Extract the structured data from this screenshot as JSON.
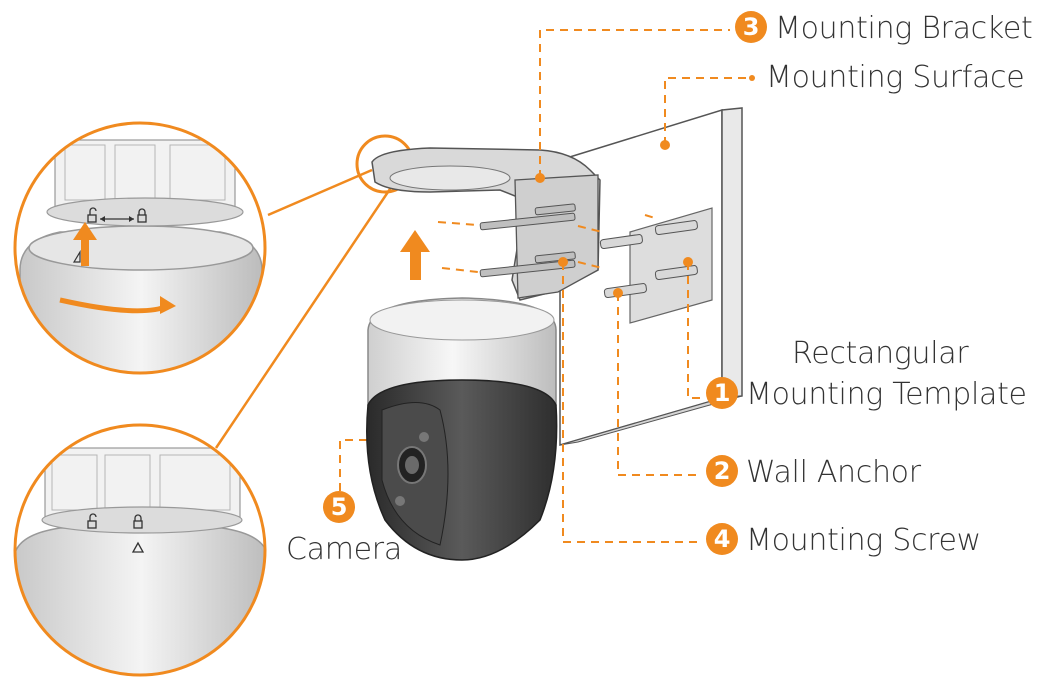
{
  "callouts": {
    "mounting_bracket": {
      "number": "3",
      "label": "Mounting Bracket"
    },
    "mounting_surface": {
      "label": "Mounting Surface"
    },
    "mounting_template": {
      "number": "1",
      "label_line1": "Rectangular",
      "label_line2": "Mounting Template"
    },
    "wall_anchor": {
      "number": "2",
      "label": "Wall Anchor"
    },
    "mounting_screw": {
      "number": "4",
      "label": "Mounting Screw"
    },
    "camera": {
      "number": "5",
      "label": "Camera"
    }
  },
  "colors": {
    "accent": "#f08a1f",
    "line": "#f08a1f",
    "text": "#333333",
    "surface": "#ffffff",
    "bracket": "#d6d6d6",
    "camera_dark": "#3c3c3c"
  },
  "icons": [
    "unlock-icon",
    "lock-icon",
    "double-arrow-icon",
    "triangle-mark-icon",
    "up-arrow-icon",
    "rotate-arrow-icon"
  ]
}
